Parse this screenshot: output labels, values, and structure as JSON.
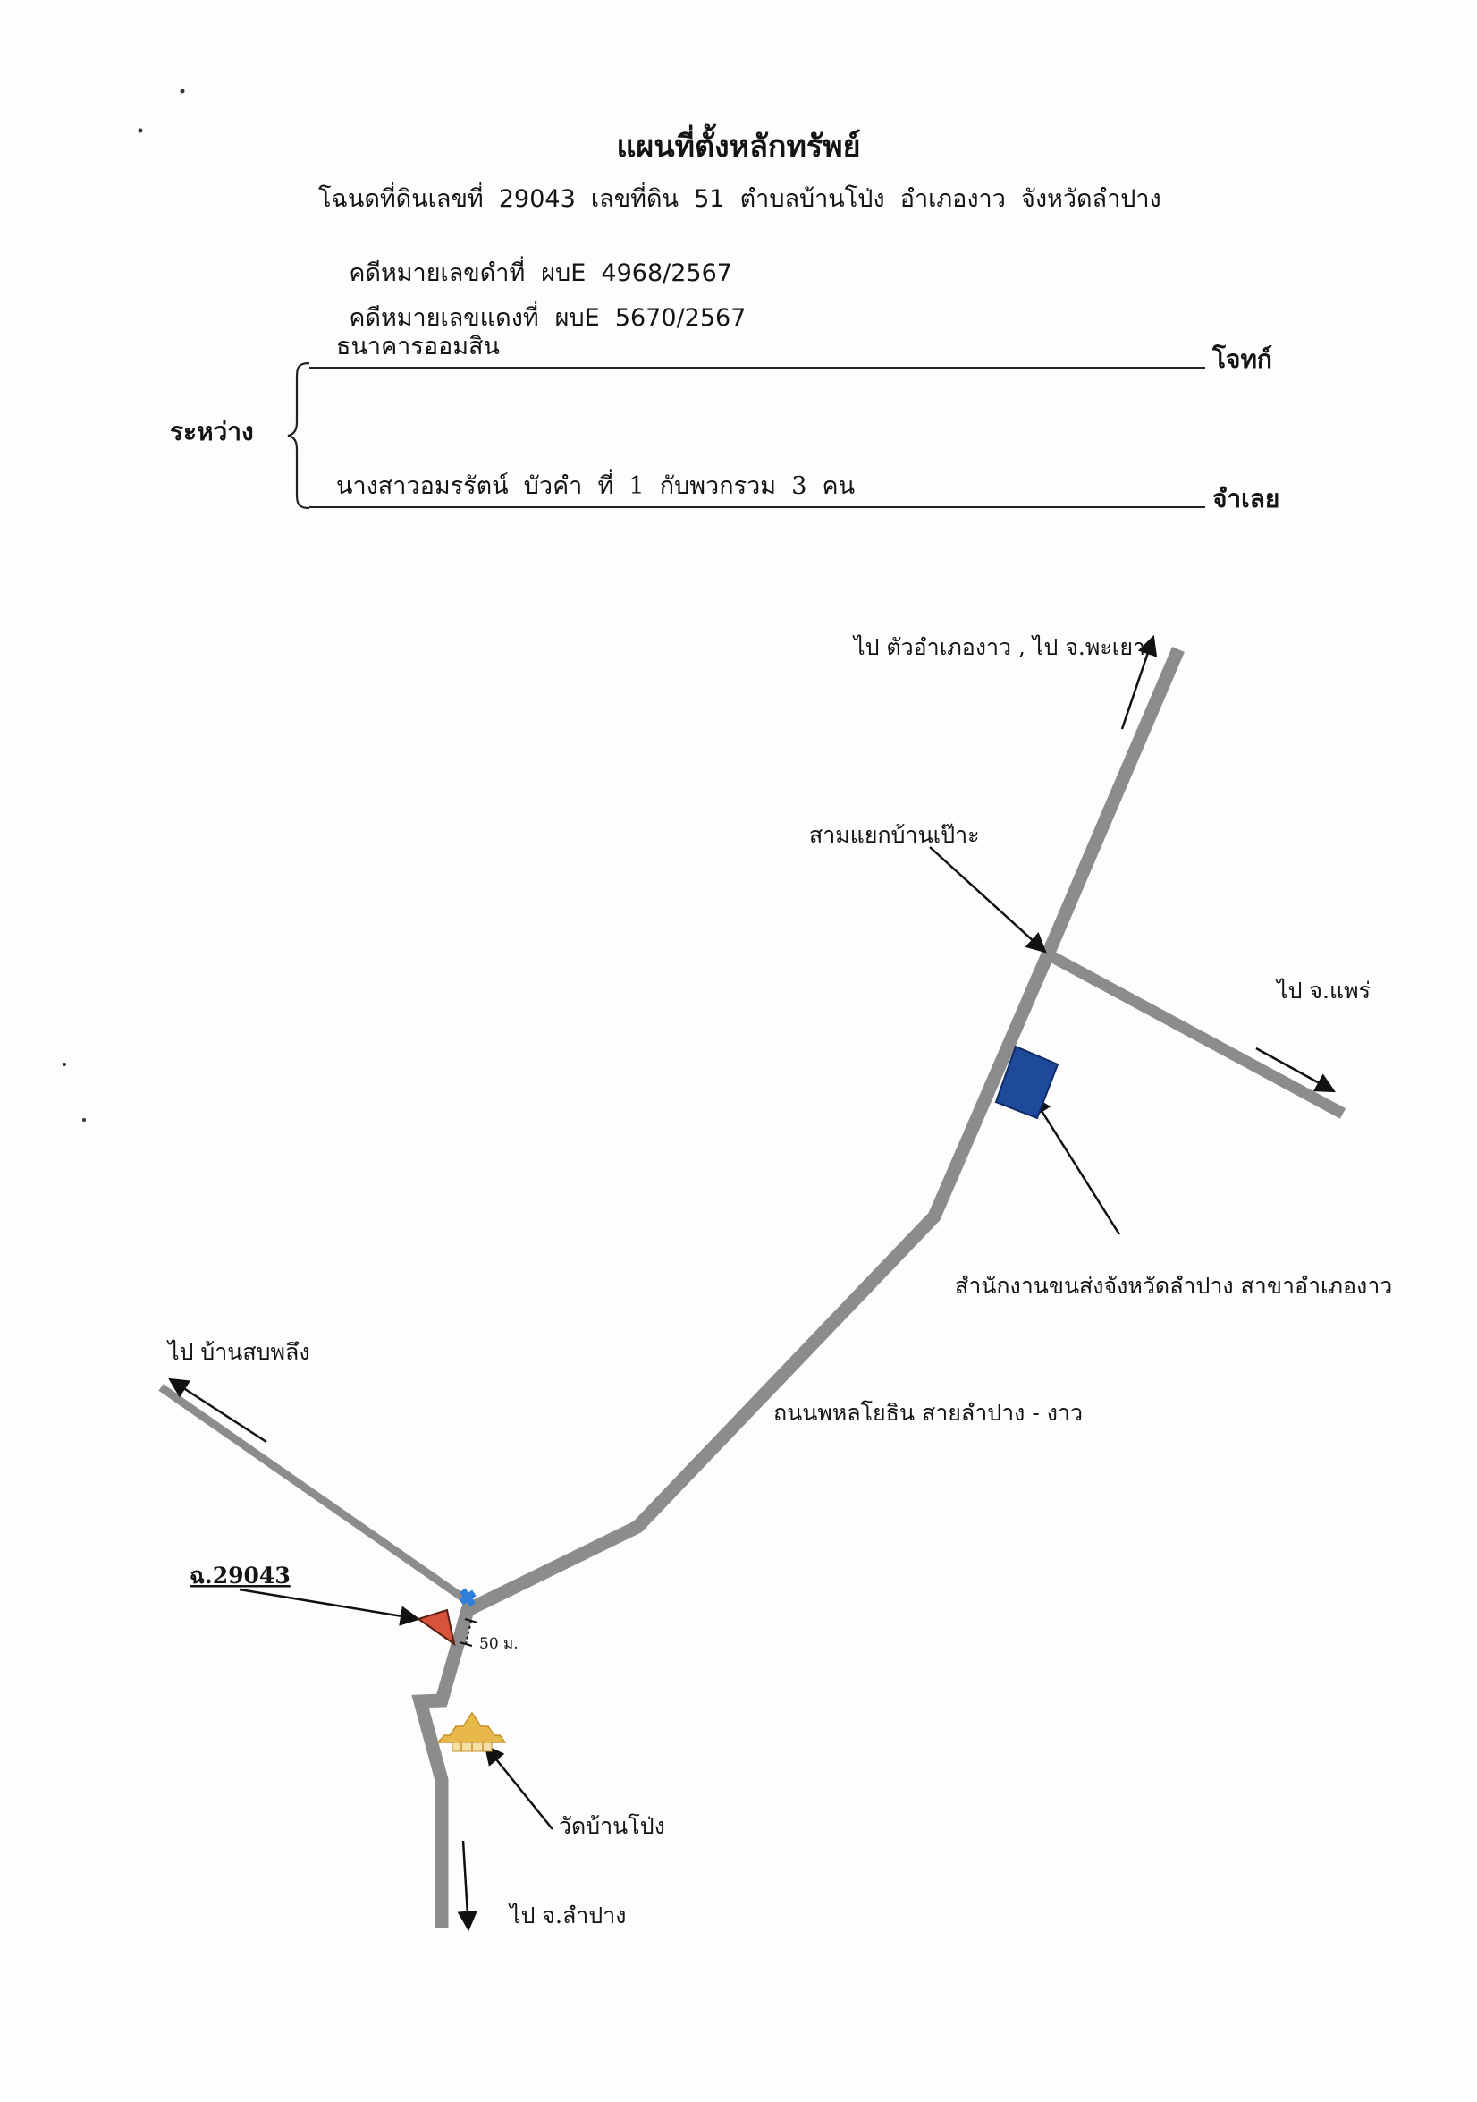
{
  "header": {
    "title": "แผนที่ตั้งหลักทรัพย์",
    "deed_line": "โฉนดที่ดินเลขที่  29043  เลขที่ดิน  51  ตำบลบ้านโป่ง  อำเภองาว  จังหวัดลำปาง",
    "black_case_label": "คดีหมายเลขดำที่",
    "black_case_value": "ผบE  4968/2567",
    "red_case_label": "คดีหมายเลขแดงที่",
    "red_case_value": "ผบE  5670/2567"
  },
  "parties": {
    "between_label": "ระหว่าง",
    "plaintiff_name": "ธนาคารออมสิน",
    "plaintiff_role": "โจทก์",
    "defendant_name": "นางสาวอมรรัตน์  บัวคำ  ที่  1  กับพวกรวม  3  คน",
    "defendant_role": "จำเลย"
  },
  "map": {
    "labels": {
      "to_ngao_phayao": "ไป ตัวอำเภองาว , ไป จ.พะเยา",
      "junction": "สามแยกบ้านเป๊าะ",
      "to_phrae": "ไป จ.แพร่",
      "transport_office": "สำนักงานขนส่งจังหวัดลำปาง สาขาอำเภองาว",
      "to_sop_phueng": "ไป บ้านสบพลึง",
      "highway": "ถนนพหลโยธิน สายลำปาง - งาว",
      "parcel": "ฉ.29043",
      "distance": "50 ม.",
      "temple": "วัดบ้านโป่ง",
      "to_lampang": "ไป จ.ลำปาง"
    },
    "colors": {
      "road": "#8c8c8c",
      "office_marker": "#1f4a9c",
      "parcel_marker": "#d8523c",
      "culvert_marker": "#2f7ed8",
      "temple_icon": "#e8b94a"
    }
  }
}
